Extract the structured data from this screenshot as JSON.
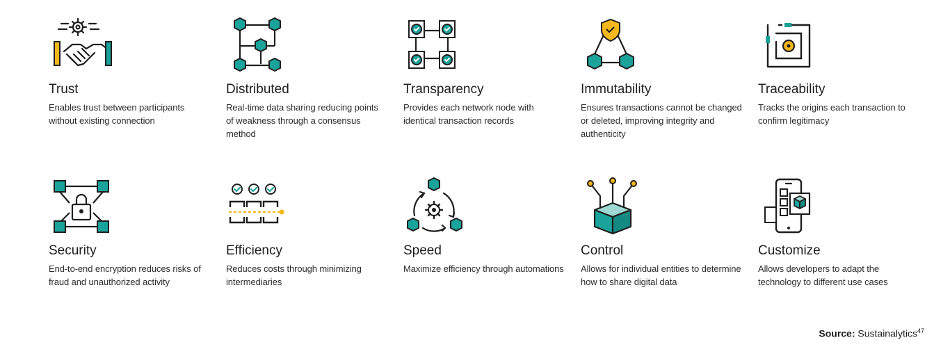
{
  "features": [
    {
      "id": "trust",
      "icon": "handshake-gear-icon",
      "title": "Trust",
      "description": "Enables trust between participants without existing connection"
    },
    {
      "id": "distributed",
      "icon": "distributed-network-icon",
      "title": "Distributed",
      "description": "Real-time data sharing reducing points of weakness through a consensus method"
    },
    {
      "id": "transparency",
      "icon": "checked-nodes-icon",
      "title": "Transparency",
      "description": "Provides each network node with identical transaction records"
    },
    {
      "id": "immutability",
      "icon": "shield-check-network-icon",
      "title": "Immutability",
      "description": "Ensures transactions cannot be changed or deleted, improving integrity and authenticity"
    },
    {
      "id": "traceability",
      "icon": "trace-path-icon",
      "title": "Traceability",
      "description": "Tracks the origins each transaction to confirm legitimacy"
    },
    {
      "id": "security",
      "icon": "padlock-network-icon",
      "title": "Security",
      "description": "End-to-end encryption reduces risks of fraud and unauthorized activity"
    },
    {
      "id": "efficiency",
      "icon": "blocks-checks-icon",
      "title": "Efficiency",
      "description": "Reduces costs through minimizing intermediaries"
    },
    {
      "id": "speed",
      "icon": "gear-cycle-icon",
      "title": "Speed",
      "description": "Maximize efficiency through automations"
    },
    {
      "id": "control",
      "icon": "box-connections-icon",
      "title": "Control",
      "description": "Allows for individual entities to determine how to share digital data"
    },
    {
      "id": "customize",
      "icon": "phone-cube-icon",
      "title": "Customize",
      "description": "Allows developers to adapt the technology to different use cases"
    }
  ],
  "source": {
    "label": "Source:",
    "text": "Sustainalytics",
    "ref": "47"
  },
  "colors": {
    "teal": "#1aa39a",
    "yellow": "#f5b81c",
    "outline": "#1e1e1e"
  }
}
